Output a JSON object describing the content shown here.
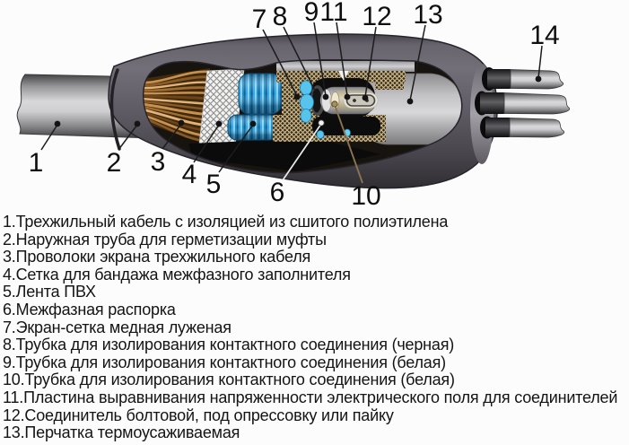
{
  "palette": {
    "background": "#fcfcfc",
    "joint_body_grey": "#5e5b64",
    "cable_grey": "#d8d8da",
    "copper_wire": "#c8924e",
    "pvc_tape_blue": "#2fa9e0",
    "bandage_mesh_white": "#f3f3f1",
    "copper_mesh_tan": "#cab684",
    "glove_interior_grey": "#d8d8da",
    "black_tube": "#0d0d0d",
    "leader_line": "#1c1c1c",
    "leader_line_tube10": "#8a7450",
    "legend_text": "#141414"
  },
  "callouts": {
    "n1": "1",
    "n2": "2",
    "n3": "3",
    "n4": "4",
    "n5": "5",
    "n6": "6",
    "n7": "7",
    "n8": "8",
    "n9": "9",
    "n10": "10",
    "n11": "11",
    "n12": "12",
    "n13": "13",
    "n14": "14"
  },
  "legend": {
    "items": [
      "1.Трехжильный кабель с изоляцией из сшитого полиэтилена",
      "2.Наружная труба для герметизации муфты",
      "3.Проволоки экрана трехжильного кабеля",
      "4.Сетка для бандажа межфазного заполнителя",
      "5.Лента ПВХ",
      "6.Межфазная распорка",
      "7.Экран-сетка медная луженая",
      "8.Трубка для изолирования контактного соединения (черная)",
      "9.Трубка для изолирования контактного соединения (белая)",
      "10.Трубка для изолирования контактного соединения (белая)",
      "11.Пластина выравнивания напряженности электрического поля для соединителей",
      "12.Соединитель болтовой, под опрессовку или пайку",
      "13.Перчатка термоусаживаемая"
    ]
  }
}
